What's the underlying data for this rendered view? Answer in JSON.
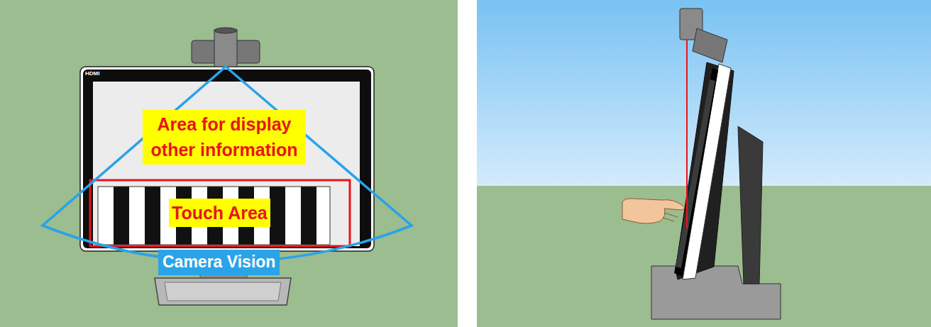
{
  "diagram": {
    "nodes": [
      {
        "text": [
          "Area for display other information"
        ]
      },
      {
        "text": [
          "Touch Area"
        ]
      },
      {
        "text": [
          "Camera Vision"
        ]
      }
    ],
    "labels": [
      "HDMI"
    ]
  }
}
